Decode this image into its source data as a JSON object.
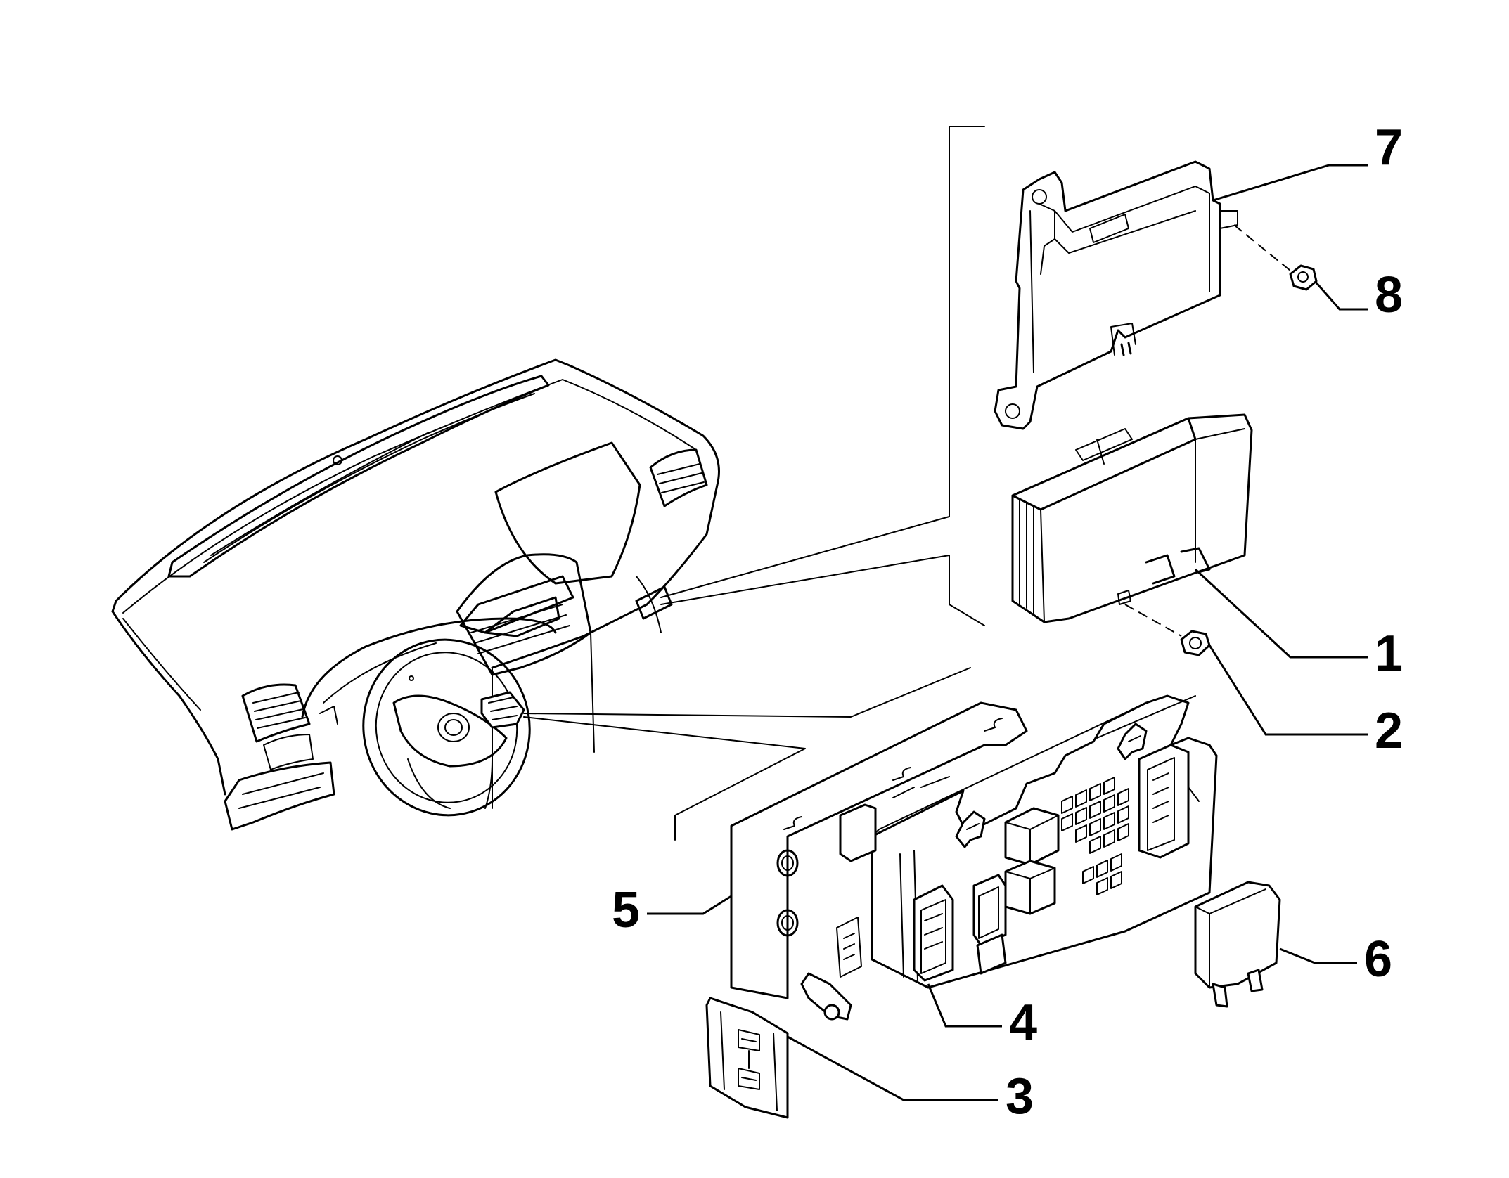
{
  "callouts": [
    {
      "id": "1",
      "label": "1",
      "part": "control-module"
    },
    {
      "id": "2",
      "label": "2",
      "part": "nut-lower"
    },
    {
      "id": "3",
      "label": "3",
      "part": "mounting-clip"
    },
    {
      "id": "4",
      "label": "4",
      "part": "fuse-relay-box"
    },
    {
      "id": "5",
      "label": "5",
      "part": "fuse-box-cover"
    },
    {
      "id": "6",
      "label": "6",
      "part": "relay"
    },
    {
      "id": "7",
      "label": "7",
      "part": "mounting-bracket"
    },
    {
      "id": "8",
      "label": "8",
      "part": "nut-upper"
    }
  ]
}
